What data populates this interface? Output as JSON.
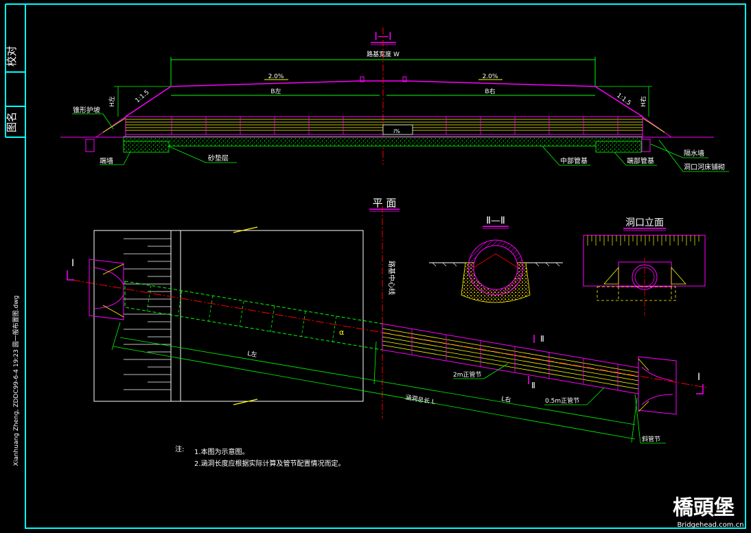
{
  "side_panel": {
    "check_label": "校对",
    "name_label": "图名",
    "file_info": "Xianhuang Zheng, ZDDC99-6-4 19:23 圆一般布置图.dwg"
  },
  "section_1": {
    "title": "Ⅰ—Ⅰ",
    "road_width": "路基宽度 W",
    "slope_left": "2.0%",
    "slope_right": "2.0%",
    "b_left": "B左",
    "b_right": "B右",
    "h_left": "H左",
    "h_right": "H右",
    "ratio_left": "1:1.5",
    "ratio_right": "1:1.5",
    "pipe_slope": "i%",
    "label_cone_slope": "锥形护坡",
    "label_end_wall": "端墙",
    "label_sand_cushion": "砂垫层",
    "label_mid_base": "中部管基",
    "label_end_base": "端部管基",
    "label_cutoff_wall": "隔水墙",
    "label_apron": "洞口河床铺砌"
  },
  "plan": {
    "title": "平 面",
    "center_line": "路基中心线",
    "marker_1": "Ⅰ",
    "marker_2": "Ⅱ",
    "l_left": "L左",
    "l_right": "L右",
    "total_length": "涵洞总长 L",
    "pipe_2m": "2m正管节",
    "pipe_05m": "0.5m正管节",
    "oblique_pipe": "斜管节",
    "angle": "α"
  },
  "section_2": {
    "title": "Ⅱ—Ⅱ"
  },
  "elevation": {
    "title": "洞口立面"
  },
  "notes": {
    "label": "注:",
    "note_1": "1.本图为示意图。",
    "note_2": "2.涵洞长度应根据实际计算及管节配置情况而定。"
  },
  "watermark": {
    "logo": "橋頭堡",
    "url": "Bridgehead.com.cn"
  },
  "colors": {
    "frame": "#00ffff",
    "magenta": "#ff00ff",
    "green": "#00ff00",
    "yellow": "#ffff00",
    "white": "#ffffff",
    "red": "#ff0000",
    "orange": "#ffa500"
  }
}
